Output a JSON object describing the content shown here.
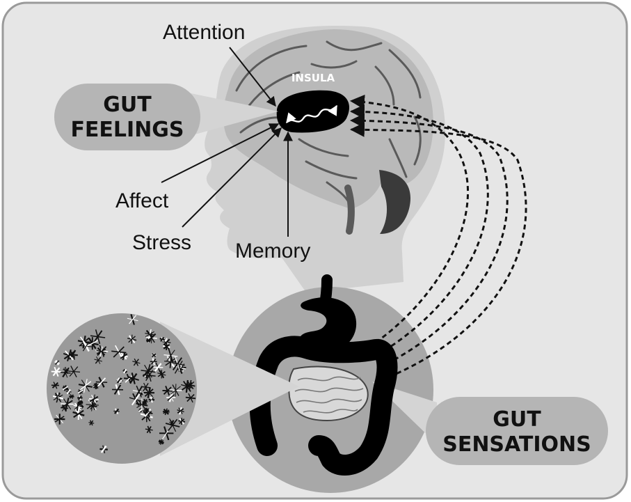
{
  "labels": {
    "attention": "Attention",
    "insula": "INSULA",
    "affect": "Affect",
    "stress": "Stress",
    "memory": "Memory",
    "gut_feelings_line1": "GUT",
    "gut_feelings_line2": "FEELINGS",
    "gut_sensations_line1": "GUT",
    "gut_sensations_line2": "SENSATIONS"
  },
  "colors": {
    "frame_fill": "#e6e6e6",
    "frame_stroke": "#9a9a9a",
    "head_silhouette": "#d0d0d0",
    "brain": "#b9b9b9",
    "brain_folds": "#5a5a5a",
    "insula": "#000000",
    "gut_circle": "#a8a8a8",
    "organs": "#000000",
    "callout_bubble": "#b5b5b5",
    "callout_beam": "#d4d4d4",
    "microbiome_disc": "#9a9a9a",
    "microbe_marks": "#111111"
  },
  "icons": {
    "insula_signal": "wavy-arrow-icon",
    "brain_gut_pathways": "dashed-arrow-icon",
    "microbes": "snowflake-icon"
  }
}
